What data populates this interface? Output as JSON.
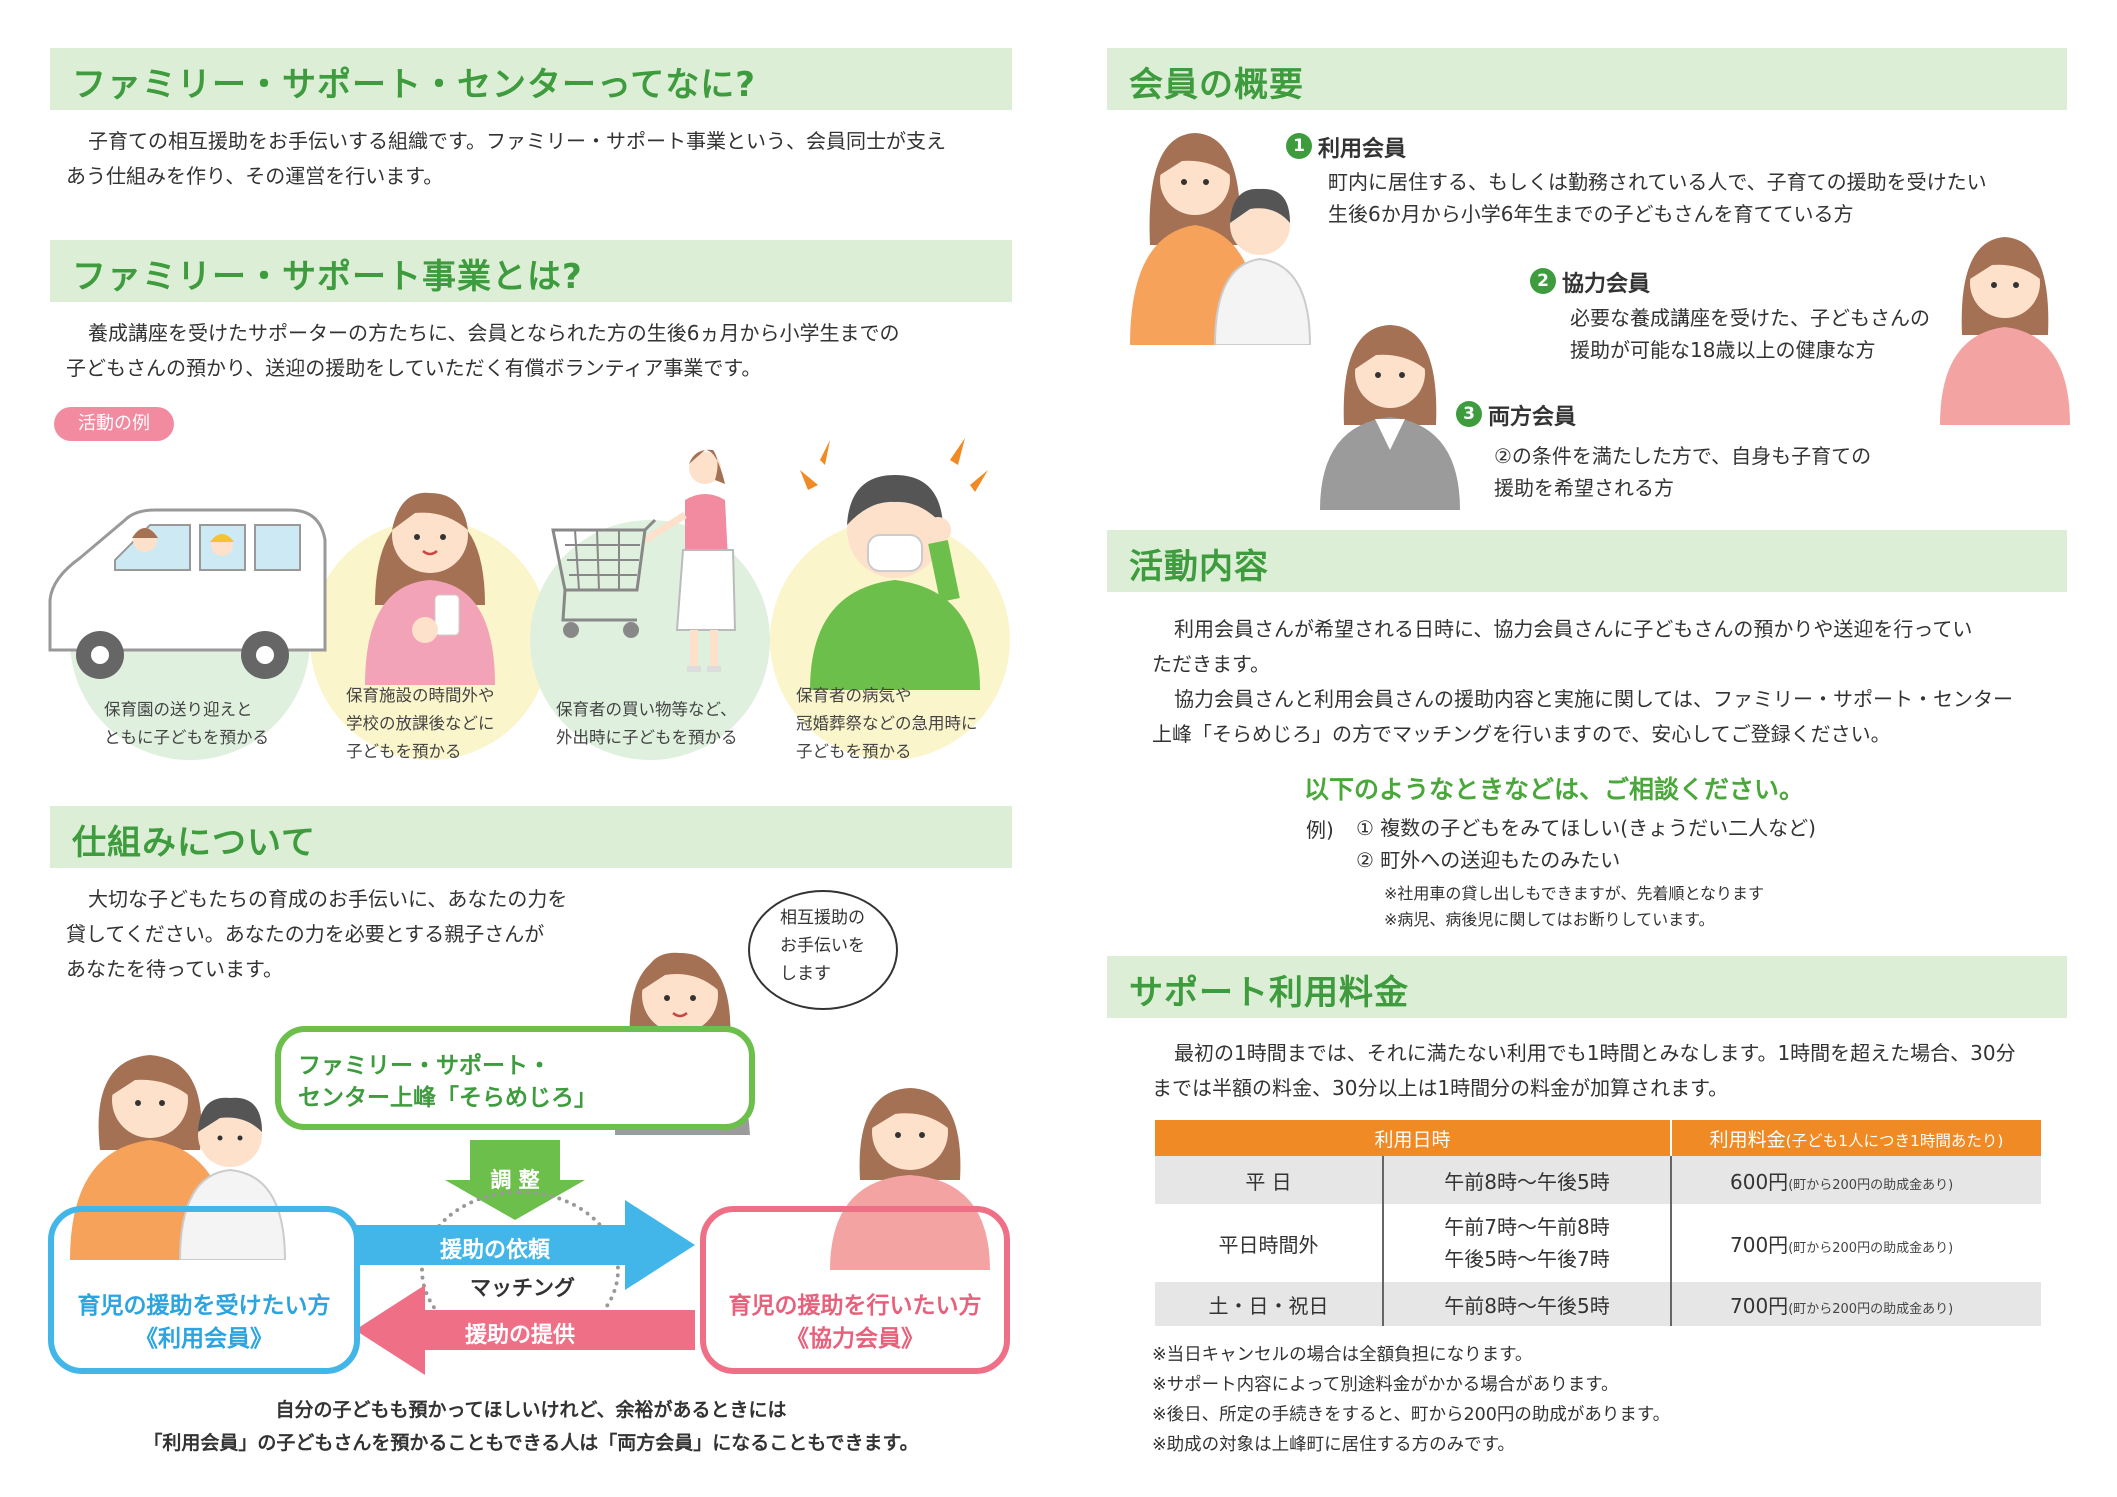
{
  "colors": {
    "heading_bar": "#dcefd6",
    "heading_text": "#3e9b3e",
    "table_header": "#f08a24",
    "use_member_blue": "#2ba4e0",
    "support_member_pink": "#e8617c",
    "center_green": "#6cbf4b"
  },
  "left": {
    "what": {
      "heading": "ファミリー・サポート・センターってなに?",
      "lines": [
        "子育ての相互援助をお手伝いする組織です。ファミリー・サポート事業という、会員同士が支え",
        "あう仕組みを作り、その運営を行います。"
      ]
    },
    "business": {
      "heading": "ファミリー・サポート事業とは?",
      "lines": [
        "養成講座を受けたサポーターの方たちに、会員となられた方の生後6ヵ月から小学生までの",
        "子どもさんの預かり、送迎の援助をしていただく有償ボランティア事業です。"
      ]
    },
    "examples": {
      "badge": "活動の例",
      "items": [
        {
          "icon": "car-icon",
          "lines": [
            "保育園の送り迎えと",
            "ともに子どもを預かる"
          ]
        },
        {
          "icon": "mother-phone-icon",
          "lines": [
            "保育施設の時間外や",
            "学校の放課後などに",
            "子どもを預かる"
          ]
        },
        {
          "icon": "shopping-cart-icon",
          "lines": [
            "保育者の買い物等など、",
            "外出時に子どもを預かる"
          ]
        },
        {
          "icon": "sick-person-icon",
          "lines": [
            "保育者の病気や",
            "冠婚葬祭などの急用時に",
            "子どもを預かる"
          ]
        }
      ]
    },
    "mechanism": {
      "heading": "仕組みについて",
      "lines": [
        "大切な子どもたちの育成のお手伝いに、あなたの力を",
        "貸してください。あなたの力を必要とする親子さんが",
        "あなたを待っています。"
      ],
      "speech": [
        "相互援助の",
        "お手伝いを",
        "します"
      ],
      "center": [
        "ファミリー・サポート・",
        "センター上峰「そらめじろ」"
      ],
      "adjust": "調 整",
      "request": "援助の依頼",
      "matching": "マッチング",
      "provide": "援助の提供",
      "use_member": [
        "育児の援助を受けたい方",
        "《利用会員》"
      ],
      "support_member": [
        "育児の援助を行いたい方",
        "《協力会員》"
      ],
      "footer": [
        "自分の子どもも預かってほしいけれど、余裕があるときには",
        "「利用会員」の子どもさんを預かることもできる人は「両方会員」になることもできます。"
      ]
    }
  },
  "right": {
    "overview": {
      "heading": "会員の概要",
      "members": [
        {
          "num": "1",
          "title": "利用会員",
          "lines": [
            "町内に居住する、もしくは勤務されている人で、子育ての援助を受けたい",
            "生後6か月から小学6年生までの子どもさんを育てている方"
          ]
        },
        {
          "num": "2",
          "title": "協力会員",
          "lines": [
            "必要な養成講座を受けた、子どもさんの",
            "援助が可能な18歳以上の健康な方"
          ]
        },
        {
          "num": "3",
          "title": "両方会員",
          "lines": [
            "②の条件を満たした方で、自身も子育ての",
            "援助を希望される方"
          ]
        }
      ]
    },
    "activity": {
      "heading": "活動内容",
      "lines": [
        "利用会員さんが希望される日時に、協力会員さんに子どもさんの預かりや送迎を行ってい",
        "ただきます。",
        "協力会員さんと利用会員さんの援助内容と実施に関しては、ファミリー・サポート・センター",
        "上峰「そらめじろ」の方でマッチングを行いますので、安心してご登録ください。"
      ],
      "consult": "以下のようなときなどは、ご相談ください。",
      "example_label": "例)",
      "examples": [
        "① 複数の子どもをみてほしい(きょうだい二人など)",
        "② 町外への送迎もたのみたい"
      ],
      "notes": [
        "※社用車の貸し出しもできますが、先着順となります",
        "※病児、病後児に関してはお断りしています。"
      ]
    },
    "fee": {
      "heading": "サポート利用料金",
      "lines": [
        "最初の1時間までは、それに満たない利用でも1時間とみなします。1時間を超えた場合、30分",
        "までは半額の料金、30分以上は1時間分の料金が加算されます。"
      ],
      "table": {
        "col_datetime": "利用日時",
        "col_fee": "利用料金",
        "col_fee_sub": "(子ども1人につき1時間あたり)",
        "rows": [
          {
            "day": "平 日",
            "times": [
              "午前8時〜午後5時"
            ],
            "price": "600円",
            "aid": "(町から200円の助成金あり)"
          },
          {
            "day": "平日時間外",
            "times": [
              "午前7時〜午前8時",
              "午後5時〜午後7時"
            ],
            "price": "700円",
            "aid": "(町から200円の助成金あり)"
          },
          {
            "day": "土・日・祝日",
            "times": [
              "午前8時〜午後5時"
            ],
            "price": "700円",
            "aid": "(町から200円の助成金あり)"
          }
        ]
      },
      "notes": [
        "※当日キャンセルの場合は全額負担になります。",
        "※サポート内容によって別途料金がかかる場合があります。",
        "※後日、所定の手続きをすると、町から200円の助成があります。",
        "※助成の対象は上峰町に居住する方のみです。"
      ]
    }
  }
}
